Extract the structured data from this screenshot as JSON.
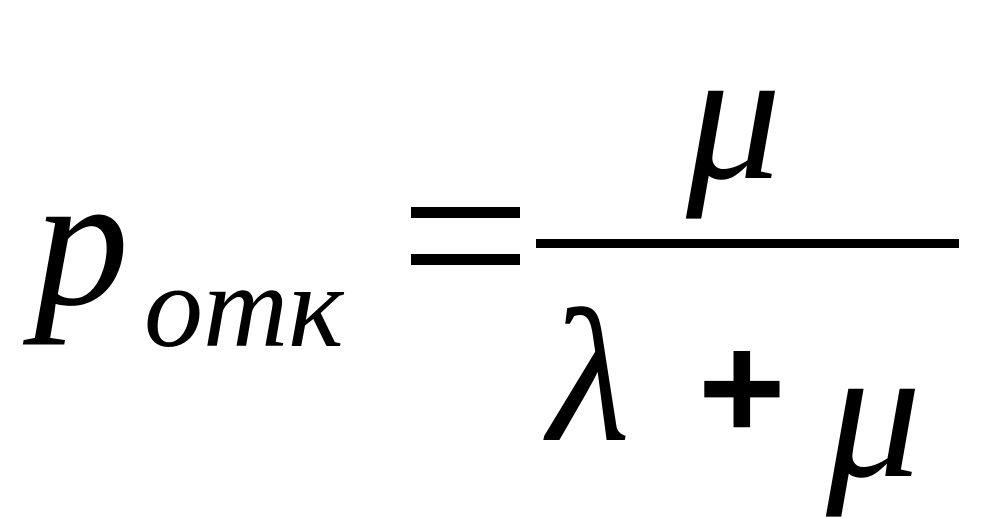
{
  "formula": {
    "main_symbol": "p",
    "subscript": "отк",
    "equals": "=",
    "numerator": "μ",
    "denominator": {
      "lambda": "λ",
      "plus": "+",
      "mu": "μ"
    }
  }
}
